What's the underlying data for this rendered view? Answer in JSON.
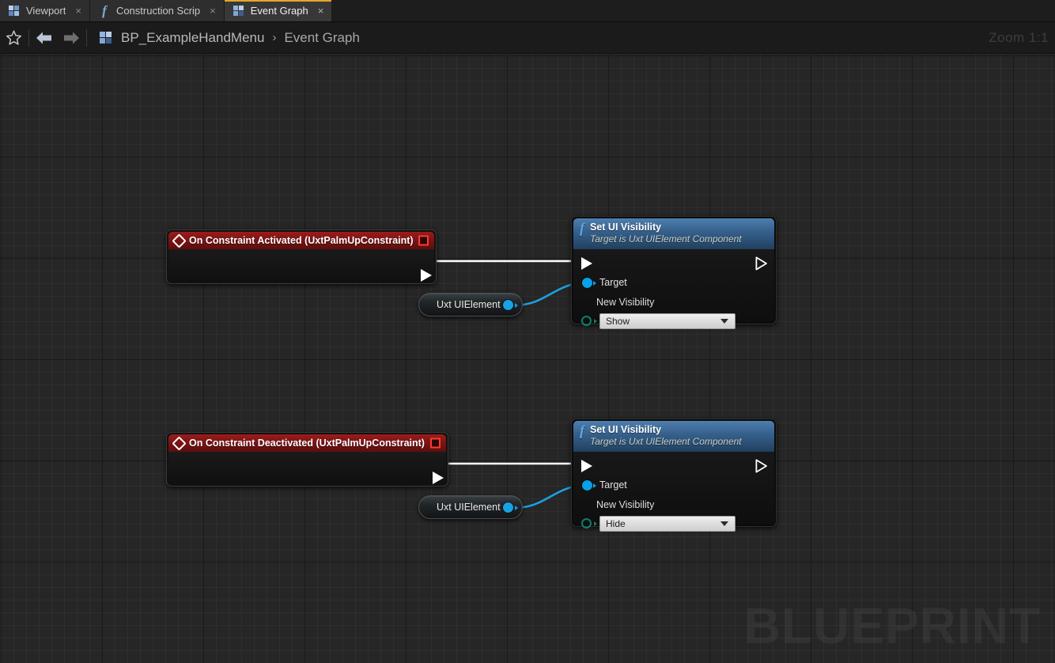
{
  "window": {
    "zoom_label": "Zoom 1:1",
    "watermark": "BLUEPRINT",
    "accent_color": "#e5a72a"
  },
  "tabs": [
    {
      "label": "Viewport",
      "icon": "viewport-grid-icon",
      "active": false,
      "close": "×"
    },
    {
      "label": "Construction Scrip",
      "icon": "function-fx-icon",
      "active": false,
      "close": "×"
    },
    {
      "label": "Event Graph",
      "icon": "event-graph-grid-icon",
      "active": true,
      "close": "×"
    }
  ],
  "breadcrumb": {
    "favorite_icon": "star-icon",
    "back_icon": "arrow-left-icon",
    "forward_icon": "arrow-right-icon",
    "graph_icon": "event-graph-grid-icon",
    "root": "BP_ExampleHandMenu",
    "separator": "›",
    "leaf": "Event Graph"
  },
  "graph": {
    "nodes": [
      {
        "kind": "event",
        "name": "on-constraint-activated-node",
        "title": "On Constraint Activated (UxtPalmUpConstraint)",
        "icon": "event-diamond-icon",
        "delegate_icon": "delegate-pin-icon",
        "header_color": "#7d1414"
      },
      {
        "kind": "event",
        "name": "on-constraint-deactivated-node",
        "title": "On Constraint Deactivated (UxtPalmUpConstraint)",
        "icon": "event-diamond-icon",
        "delegate_icon": "delegate-pin-icon",
        "header_color": "#7d1414"
      },
      {
        "kind": "function",
        "name": "set-ui-visibility-node-show",
        "title": "Set UI Visibility",
        "subtitle": "Target is Uxt UIElement Component",
        "icon": "function-fx-icon",
        "target_pin_label": "Target",
        "property_label": "New Visibility",
        "property_value": "Show",
        "header_color": "#37628e"
      },
      {
        "kind": "function",
        "name": "set-ui-visibility-node-hide",
        "title": "Set UI Visibility",
        "subtitle": "Target is Uxt UIElement Component",
        "icon": "function-fx-icon",
        "target_pin_label": "Target",
        "property_label": "New Visibility",
        "property_value": "Hide",
        "header_color": "#37628e"
      },
      {
        "kind": "variable",
        "name": "uxt-uielement-variable-top",
        "title": "Uxt UIElement"
      },
      {
        "kind": "variable",
        "name": "uxt-uielement-variable-bottom",
        "title": "Uxt UIElement"
      }
    ],
    "wire_colors": {
      "exec": "#ffffff",
      "object": "#1ba1e2"
    }
  }
}
